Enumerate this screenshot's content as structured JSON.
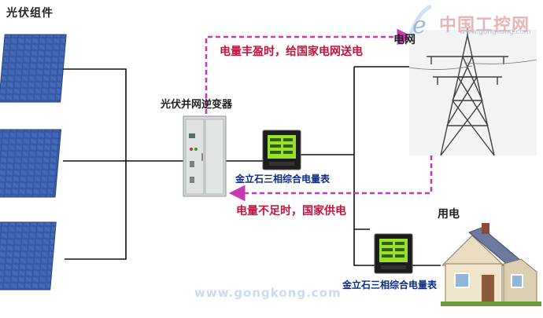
{
  "labels": {
    "pv_modules": "光伏组件",
    "inverter": "光伏并网逆变器",
    "grid": "电网",
    "consumption": "用电",
    "meter_caption_1": "金立石三相综合电量表",
    "meter_caption_2": "金立石三相综合电量表"
  },
  "annotations": {
    "surplus": "电量丰盈时，给国家电网送电",
    "deficit": "电量不足时，国家供电"
  },
  "watermark": {
    "url": "www.gongkong.com",
    "logo_text": "中国工控网",
    "logo_url": "www.gongkong.com"
  },
  "colors": {
    "arrow": "#c43ab0",
    "annotation_text": "#c0133d",
    "meter_caption": "#0b2a8a",
    "panel_blue": "#2f4f9a",
    "meter_screen": "#9adf2a"
  },
  "icons": [
    "solar-panel-icon",
    "inverter-cabinet-icon",
    "power-meter-icon",
    "transmission-tower-icon",
    "house-icon"
  ]
}
